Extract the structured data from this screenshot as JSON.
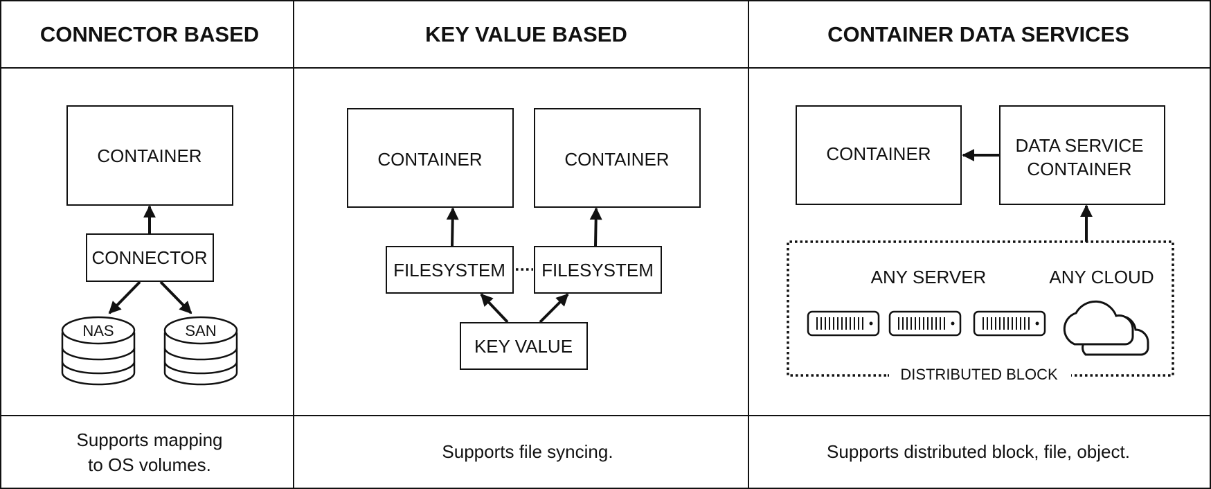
{
  "columns": [
    {
      "heading": "CONNECTOR BASED",
      "caption_lines": [
        "Supports mapping",
        "to OS volumes."
      ],
      "diagram": {
        "container": "CONTAINER",
        "connector": "CONNECTOR",
        "storage": [
          "NAS",
          "SAN"
        ]
      }
    },
    {
      "heading": "KEY VALUE BASED",
      "caption_lines": [
        "Supports file syncing."
      ],
      "diagram": {
        "containers": [
          "CONTAINER",
          "CONTAINER"
        ],
        "filesystems": [
          "FILESYSTEM",
          "FILESYSTEM"
        ],
        "key_value": "KEY VALUE"
      }
    },
    {
      "heading": "CONTAINER DATA SERVICES",
      "caption_lines": [
        "Supports distributed block, file, object."
      ],
      "diagram": {
        "container": "CONTAINER",
        "data_service_lines": [
          "DATA SERVICE",
          "CONTAINER"
        ],
        "any_server": "ANY SERVER",
        "any_cloud": "ANY CLOUD",
        "distributed_block": "DISTRIBUTED BLOCK",
        "server_icons": [
          "server-icon",
          "server-icon",
          "server-icon"
        ],
        "cloud_icon": "cloud-icon"
      }
    }
  ],
  "colors": {
    "line": "#111111",
    "background": "#ffffff"
  }
}
